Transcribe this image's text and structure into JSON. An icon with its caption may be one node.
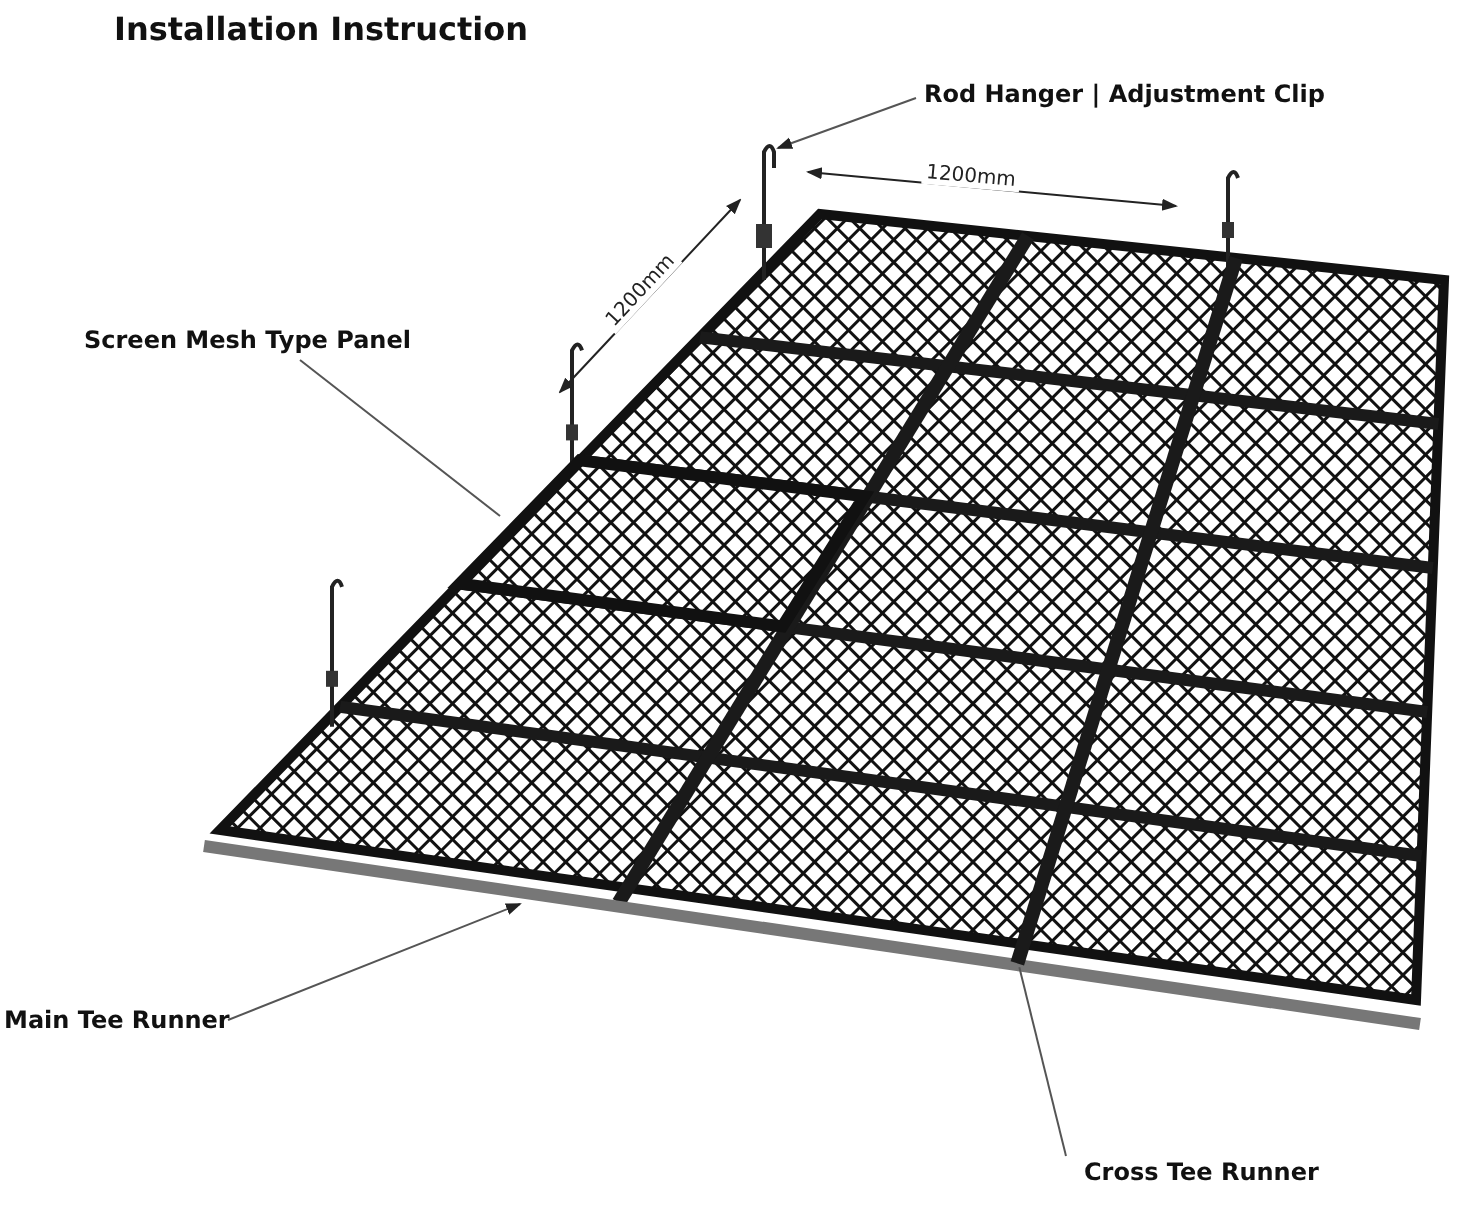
{
  "diagram": {
    "title": "Installation Instruction",
    "nodes": [
      {
        "text": [
          "Rod Hanger | Adjustment Clip"
        ]
      },
      {
        "text": [],
        "shape": "picture"
      },
      {
        "text": [
          "Screen Mesh Type Panel"
        ]
      },
      {
        "text": [],
        "shape": "picture"
      },
      {
        "text": [
          "Main Tee Runner"
        ]
      },
      {
        "text": [],
        "shape": "picture"
      },
      {
        "text": [
          "Cross Tee Runner"
        ]
      },
      {
        "text": [],
        "shape": "picture"
      }
    ],
    "edges": [
      {
        "from": 0,
        "to": 1,
        "arrow": "to"
      },
      {
        "from": 2,
        "to": 3,
        "arrow": "none"
      },
      {
        "from": 4,
        "to": 5,
        "arrow": "to"
      },
      {
        "from": 6,
        "to": 7,
        "arrow": "none"
      }
    ],
    "labels": [
      "1200mm",
      "1200mm"
    ]
  }
}
